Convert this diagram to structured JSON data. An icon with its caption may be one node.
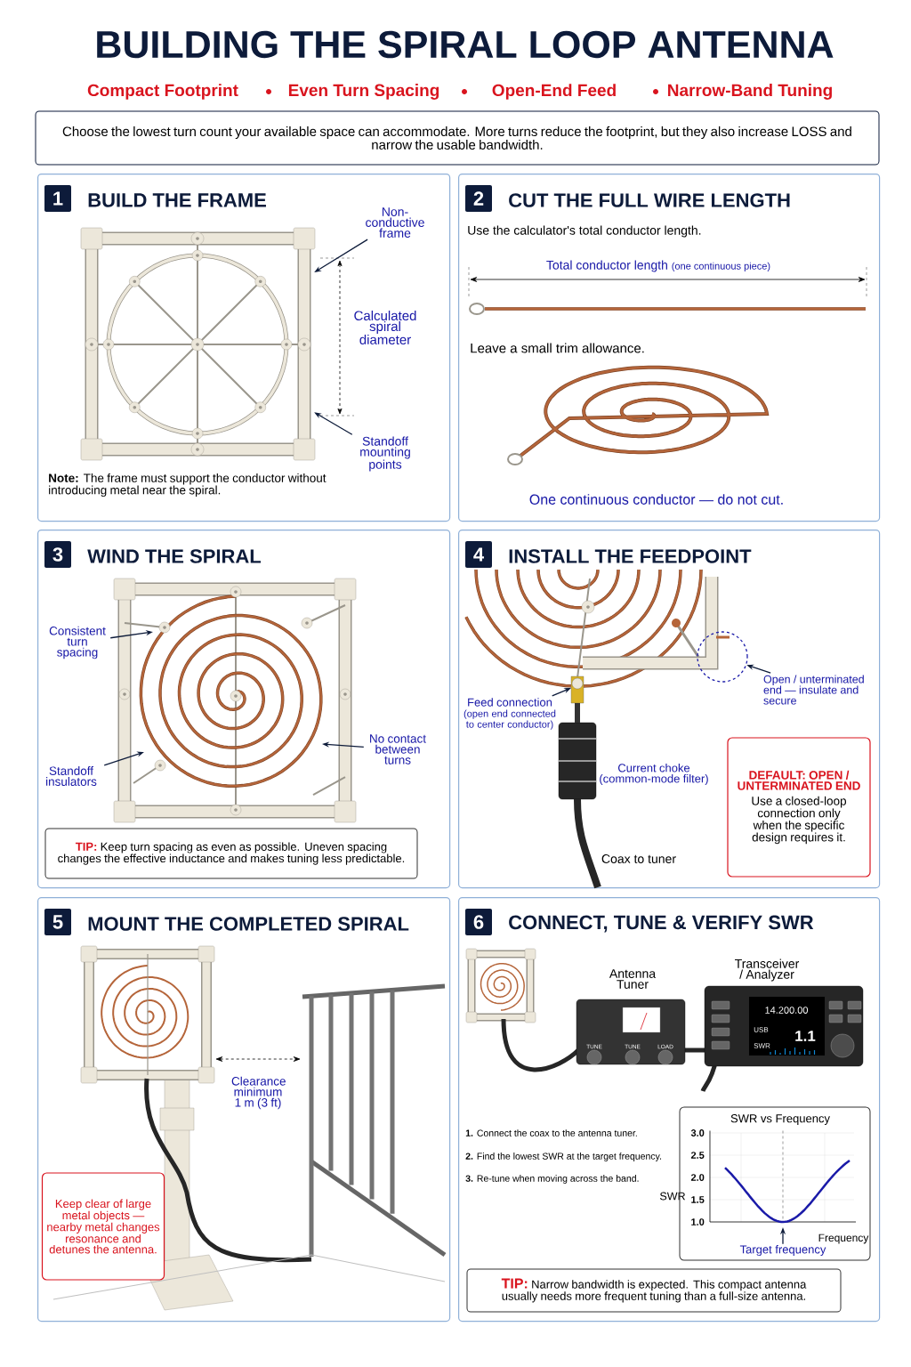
{
  "diagram": {
    "title": "BUILDING THE SPIRAL LOOP ANTENNA",
    "nodes": [
      {
        "text": [
          "Choose the lowest turn count your available space can accommodate. More turns reduce the footprint, but they also increase LOSS and narrow the usable bandwidth."
        ]
      },
      {
        "text": [
          "1",
          "BUILD THE FRAME"
        ]
      },
      {
        "text": [
          "Non-conductive frame"
        ],
        "in": 1
      },
      {
        "text": [
          "Standoff mounting points"
        ],
        "in": 1
      },
      {
        "text": [
          "2",
          "CUT THE FULL WIRE LENGTH"
        ]
      },
      {
        "text": [
          "3",
          "WIND THE SPIRAL"
        ]
      },
      {
        "text": [
          "Consistent turn spacing"
        ],
        "in": 5
      },
      {
        "text": [
          "Standoff insulators"
        ],
        "in": 5
      },
      {
        "text": [
          "No contact between turns"
        ],
        "in": 5
      },
      {
        "text": [
          "TIP:",
          "Keep turn spacing as even as possible. Uneven spacing changes the effective inductance and makes tuning less predictable."
        ],
        "in": 5
      },
      {
        "text": [
          "4",
          "INSTALL THE FEEDPOINT"
        ]
      },
      {
        "text": [
          "Feed connection",
          "(open end connected to center conductor)"
        ],
        "in": 10
      },
      {
        "text": [
          "Open / unterminated end — insulate and secure"
        ],
        "in": 10
      },
      {
        "text": [],
        "shape": "circle",
        "in": 10
      },
      {
        "text": [
          "DEFAULT: OPEN / UNTERMINATED END",
          "Use a closed-loop connection only when the specific design requires it."
        ],
        "in": 10
      },
      {
        "text": [
          "5",
          "MOUNT THE COMPLETED SPIRAL"
        ]
      },
      {
        "text": [
          "Keep clear of large metal objects — nearby metal changes resonance and detunes the antenna."
        ],
        "in": 15
      },
      {
        "text": [
          "6",
          "CONNECT, TUNE & VERIFY SWR"
        ]
      },
      {
        "text": [
          "SWR vs Frequency"
        ],
        "in": 17
      },
      {
        "text": [
          "Target frequency"
        ],
        "in": 18
      },
      {
        "text": [
          "TIP:",
          "Narrow bandwidth is expected. This compact antenna usually needs more frequent tuning than a full-size antenna."
        ],
        "in": 17
      },
      {
        "text": [],
        "shape": "picture",
        "in": 1
      }
    ],
    "edges": [
      {
        "from": 2,
        "to": 21,
        "arrow": "to"
      },
      {
        "from": 3,
        "to": 21,
        "arrow": "to"
      },
      {
        "from": 6,
        "to": null,
        "arrow": "to"
      },
      {
        "from": 7,
        "to": null,
        "arrow": "to"
      },
      {
        "from": 8,
        "to": null,
        "arrow": "to"
      },
      {
        "from": 11,
        "to": null,
        "arrow": "to"
      },
      {
        "from": 12,
        "to": 13,
        "arrow": "to"
      },
      {
        "from": 19,
        "to": null,
        "arrow": "to"
      }
    ],
    "labels": [
      "Compact Footprint",
      "Even Turn Spacing",
      "Open-End Feed",
      "Narrow-Band Tuning",
      "Calculated spiral diameter",
      "**Note:** The frame must support the conductor without introducing metal near the spiral.",
      "Use the calculator's total conductor length.",
      "Total conductor length",
      "(one continuous piece)",
      "Leave a small trim allowance.",
      "One continuous conductor — do not cut.",
      "Current choke (common-mode filter)",
      "Coax to tuner",
      "Clearance minimum 1 m (3 ft)",
      "Antenna Tuner",
      "Transceiver / Analyzer",
      "TUNE",
      "TUNE",
      "LOAD",
      "14.200.00",
      "USB",
      "1.1",
      "SWR",
      "**1.** Connect the coax to the antenna tuner.",
      "**2.** Find the lowest SWR at the target frequency.",
      "**3.** Re-tune when moving across the band.",
      "3.0",
      "2.5",
      "2.0",
      "1.5",
      "1.0",
      "SWR",
      "Frequency"
    ]
  }
}
